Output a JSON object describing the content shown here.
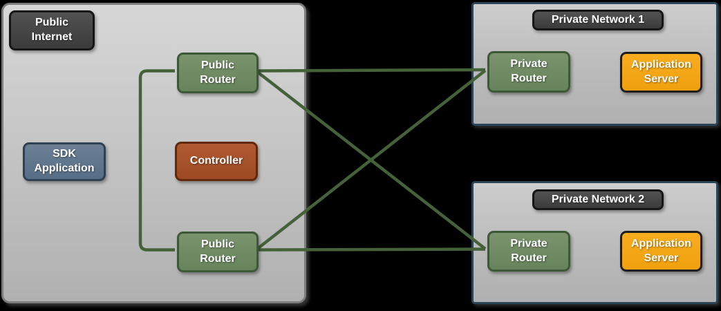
{
  "colors": {
    "background": "#000000",
    "connection_line": "#45613a",
    "zone_gray_border": "#7c7c7c",
    "zone_navy_border": "#2b4557",
    "node_green": "#6e8b62",
    "node_green_border": "#3d5837",
    "node_blue": "#60748a",
    "node_blue_border": "#2f4050",
    "node_rust": "#a65129",
    "node_rust_border": "#61290c",
    "node_orange": "#f4a617",
    "node_orange_border": "#1e1e1e",
    "node_dark": "#454545",
    "node_dark_border": "#161616"
  },
  "zones": {
    "public_internet": {
      "label": "Public\nInternet",
      "sdk_application": "SDK\nApplication",
      "controller": "Controller",
      "public_router_top": "Public\nRouter",
      "public_router_bottom": "Public\nRouter"
    },
    "private_networks": [
      {
        "title": "Private Network 1",
        "router": "Private\nRouter",
        "server": "Application\nServer"
      },
      {
        "title": "Private Network 2",
        "router": "Private\nRouter",
        "server": "Application\nServer"
      }
    ]
  },
  "connections": [
    "public-router-top to private-router-1",
    "public-router-top to private-router-2",
    "public-router-bottom to private-router-1",
    "public-router-bottom to private-router-2",
    "public-router-top to public-router-bottom"
  ]
}
